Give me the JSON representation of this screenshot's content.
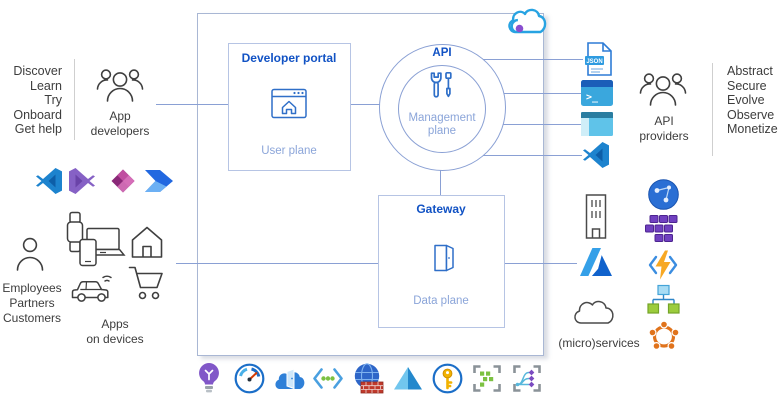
{
  "left": {
    "actions": [
      "Discover",
      "Learn",
      "Try",
      "Onboard",
      "Get help"
    ],
    "app_developers_label": "App\ndevelopers",
    "tool_icons": [
      "vs-code",
      "visual-studio",
      "power-apps",
      "power-automate"
    ],
    "audience_label": "Employees\nPartners\nCustomers",
    "devices_label": "Apps\non devices",
    "device_icons": [
      "smartwatch",
      "laptop",
      "phone",
      "house",
      "connected-car",
      "shopping-cart"
    ]
  },
  "center": {
    "apim_icon": "api-management-cloud",
    "developer_portal": {
      "title": "Developer portal",
      "plane": "User plane",
      "icon": "browser-home"
    },
    "api": {
      "title": "API",
      "plane": "Management\nplane",
      "icon": "tools"
    },
    "gateway": {
      "title": "Gateway",
      "plane": "Data plane",
      "icon": "open-door"
    }
  },
  "right": {
    "channel_icons": [
      "json-file",
      "terminal",
      "app-window",
      "vs-code"
    ],
    "json_badge": "JSON",
    "terminal_prompt": ">_",
    "api_providers_label": "API\nproviders",
    "capabilities": [
      "Abstract",
      "Secure",
      "Evolve",
      "Observe",
      "Monetize"
    ],
    "backend_icons": [
      "office-building",
      "azure",
      "cloud-outline"
    ],
    "microservices_label": "(micro)services",
    "service_icons": [
      "web-app-globe",
      "service-fabric-cubes",
      "azure-functions",
      "logic-workflow",
      "service-hub-ring"
    ]
  },
  "bottom_icons": [
    "idea-bulb",
    "performance-gauge",
    "self-hosted-gateway-cloud",
    "api-code-brackets",
    "globe-firewall",
    "pyramid",
    "security-key",
    "deployment-blocks",
    "data-flow"
  ],
  "colors": {
    "title_blue": "#1152c4",
    "plane_blue": "#8ba5d9",
    "line_blue": "#8aa0d4",
    "box_border": "#a9b7d4",
    "inner_border": "#b6c4e4",
    "text_gray": "#3d3d3d"
  }
}
